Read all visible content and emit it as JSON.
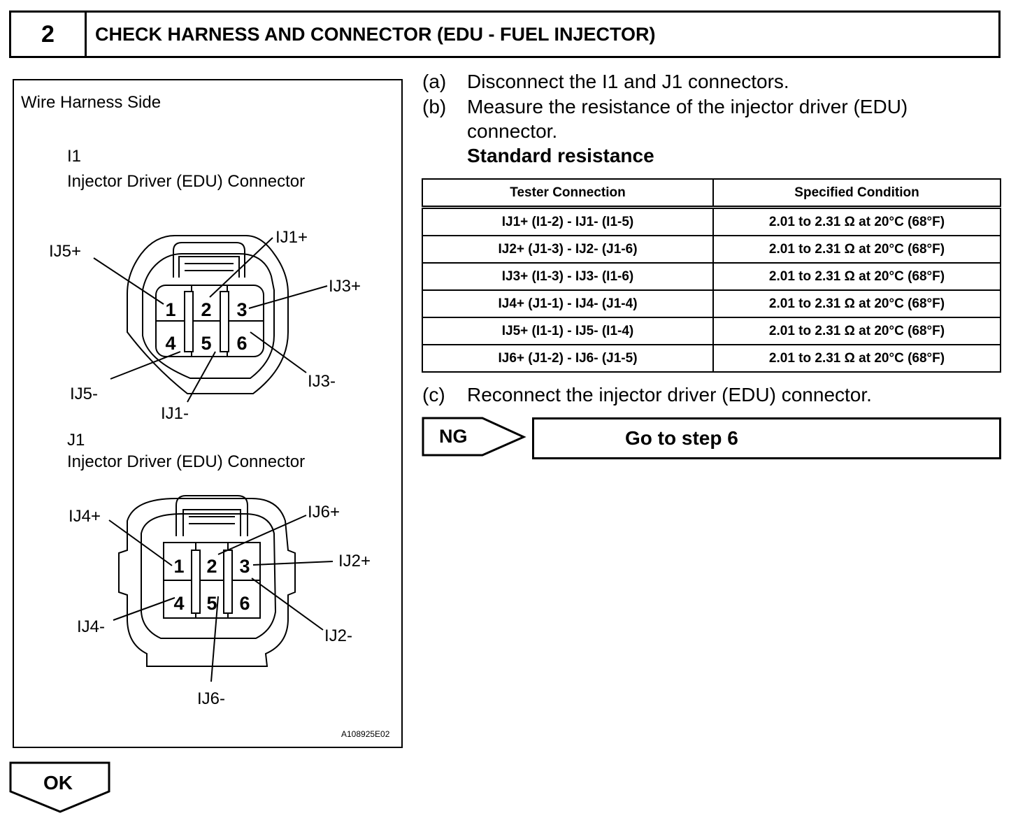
{
  "header": {
    "step_number": "2",
    "title": "CHECK HARNESS AND CONNECTOR (EDU - FUEL INJECTOR)"
  },
  "figure": {
    "caption": "Wire  Harness Side",
    "connector_i1": {
      "id": "I1",
      "name": "Injector Driver (EDU) Connector",
      "pins": [
        "1",
        "2",
        "3",
        "4",
        "5",
        "6"
      ],
      "labels": {
        "p1": "IJ5+",
        "p2": "IJ1+",
        "p3": "IJ3+",
        "p4": "IJ5-",
        "p5": "IJ1-",
        "p6": "IJ3-"
      }
    },
    "connector_j1": {
      "id": "J1",
      "name": "Injector Driver (EDU) Connector",
      "pins": [
        "1",
        "2",
        "3",
        "4",
        "5",
        "6"
      ],
      "labels": {
        "p1": "IJ4+",
        "p2": "IJ6+",
        "p3": "IJ2+",
        "p4": "IJ4-",
        "p5": "IJ6-",
        "p6": "IJ2-"
      }
    },
    "image_code": "A108925E02"
  },
  "steps": {
    "a": {
      "letter": "(a)",
      "text": "Disconnect the I1 and J1 connectors."
    },
    "b": {
      "letter": "(b)",
      "text_line1": "Measure the resistance of the injector driver (EDU)",
      "text_line2": "connector."
    },
    "standard_label": "Standard resistance",
    "c": {
      "letter": "(c)",
      "text": "Reconnect the injector driver (EDU) connector."
    }
  },
  "table": {
    "headers": [
      "Tester Connection",
      "Specified Condition"
    ],
    "rows": [
      [
        "IJ1+ (I1-2) - IJ1- (I1-5)",
        "2.01 to 2.31 Ω at 20°C (68°F)"
      ],
      [
        "IJ2+ (J1-3) - IJ2- (J1-6)",
        "2.01 to 2.31 Ω at 20°C (68°F)"
      ],
      [
        "IJ3+ (I1-3) - IJ3- (I1-6)",
        "2.01 to 2.31 Ω at 20°C (68°F)"
      ],
      [
        "IJ4+ (J1-1) - IJ4- (J1-4)",
        "2.01 to 2.31 Ω at 20°C (68°F)"
      ],
      [
        "IJ5+ (I1-1) - IJ5- (I1-4)",
        "2.01 to 2.31 Ω at 20°C (68°F)"
      ],
      [
        "IJ6+ (J1-2) - IJ6- (J1-5)",
        "2.01 to 2.31 Ω at 20°C (68°F)"
      ]
    ]
  },
  "results": {
    "ng_label": "NG",
    "ng_action": "Go to step 6",
    "ok_label": "OK"
  }
}
